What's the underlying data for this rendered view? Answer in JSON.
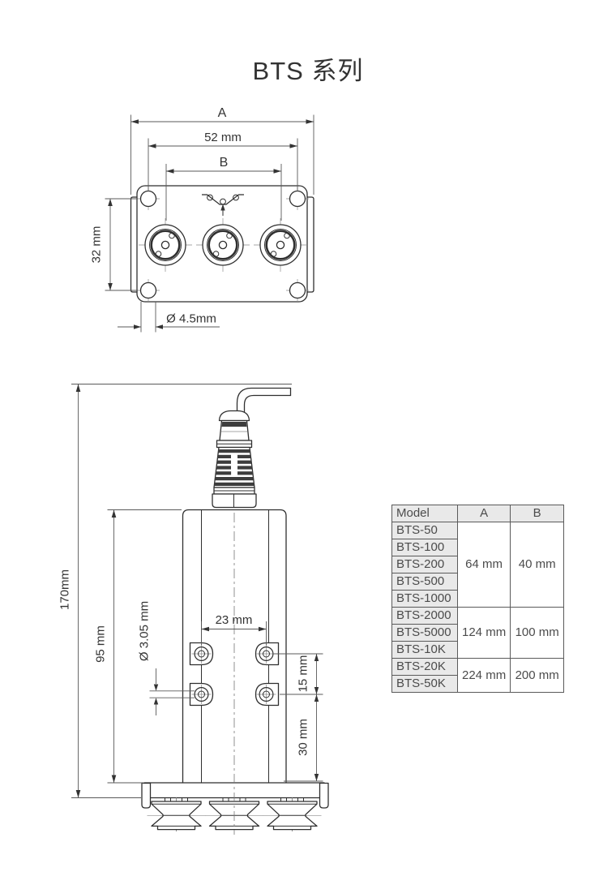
{
  "title": "BTS 系列",
  "top_view": {
    "dim_overall_width": "A",
    "dim_hole_spacing": "52 mm",
    "dim_roller_spacing": "B",
    "dim_height": "32 mm",
    "dim_hole_diameter": "Ø 4.5mm"
  },
  "side_view": {
    "dim_overall_height": "170mm",
    "dim_body_height": "95 mm",
    "dim_lug_hole_diameter": "Ø 3.05 mm",
    "dim_lug_spacing_h": "23 mm",
    "dim_lug_spacing_v": "15 mm",
    "dim_lug_to_base": "30 mm"
  },
  "table": {
    "headers": [
      "Model",
      "A",
      "B"
    ],
    "groups": [
      {
        "models": [
          "BTS-50",
          "BTS-100",
          "BTS-200",
          "BTS-500",
          "BTS-1000"
        ],
        "a": "64 mm",
        "b": "40 mm"
      },
      {
        "models": [
          "BTS-2000",
          "BTS-5000",
          "BTS-10K"
        ],
        "a": "124 mm",
        "b": "100 mm"
      },
      {
        "models": [
          "BTS-20K",
          "BTS-50K"
        ],
        "a": "224 mm",
        "b": "200 mm"
      }
    ]
  },
  "colors": {
    "object_line": "#2f2f2f",
    "dimension_line": "#5a5a5a",
    "text": "#333333",
    "table_border": "#5a5a5a",
    "table_header_bg": "#e9e9e9"
  }
}
